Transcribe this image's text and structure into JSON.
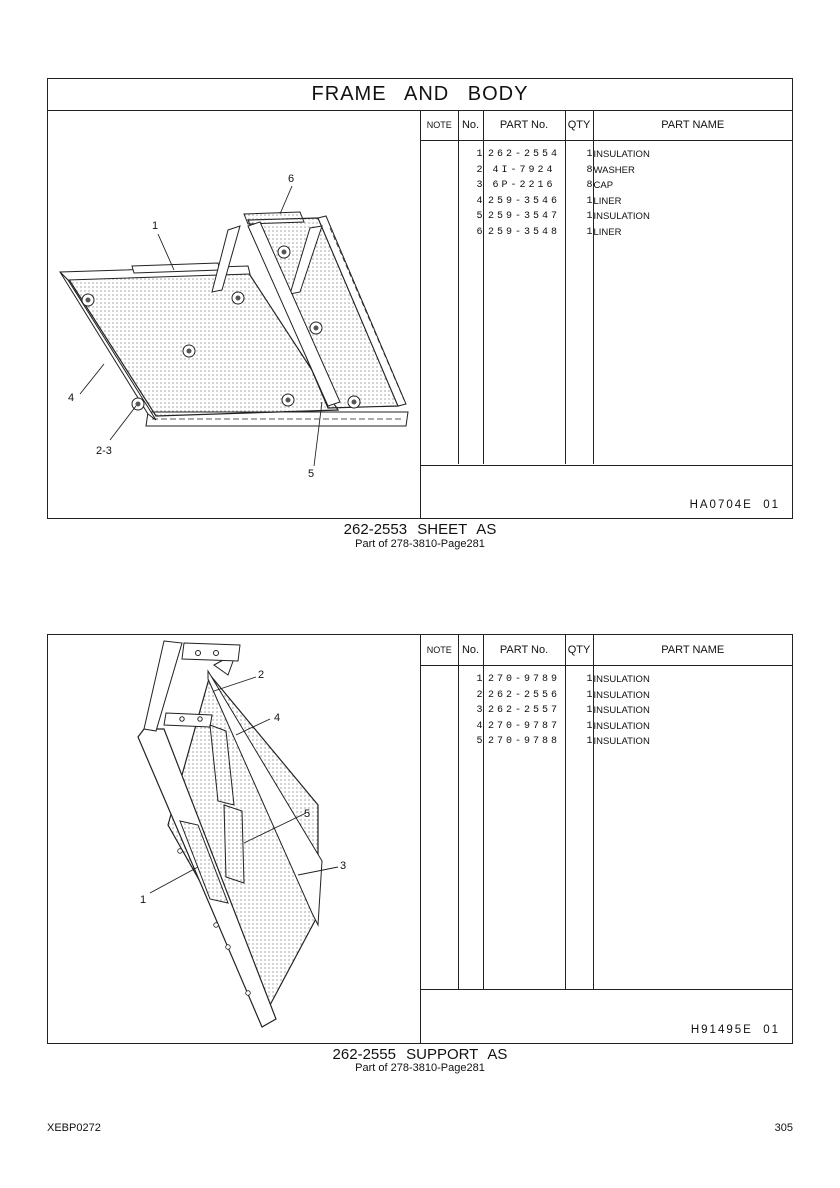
{
  "header": {
    "title": "FRAME AND BODY"
  },
  "columns": {
    "note": "NOTE",
    "no": "No.",
    "part_no": "PART No.",
    "qty": "QTY",
    "part_name": "PART NAME"
  },
  "section1": {
    "rows": [
      {
        "no": "1",
        "part_no": "262-2554",
        "qty": "1",
        "name": "INSULATION"
      },
      {
        "no": "2",
        "part_no": "4I-7924",
        "qty": "8",
        "name": "WASHER"
      },
      {
        "no": "3",
        "part_no": "6P-2216",
        "qty": "8",
        "name": "CAP"
      },
      {
        "no": "4",
        "part_no": "259-3546",
        "qty": "1",
        "name": "LINER"
      },
      {
        "no": "5",
        "part_no": "259-3547",
        "qty": "1",
        "name": "INSULATION"
      },
      {
        "no": "6",
        "part_no": "259-3548",
        "qty": "1",
        "name": "LINER"
      }
    ],
    "ref_code": "HA0704E  01",
    "callouts": [
      "1",
      "2-3",
      "4",
      "5",
      "6"
    ],
    "caption": "262-2553 SHEET AS",
    "subcaption": "Part of 278-3810-Page281"
  },
  "section2": {
    "rows": [
      {
        "no": "1",
        "part_no": "270-9789",
        "qty": "1",
        "name": "INSULATION"
      },
      {
        "no": "2",
        "part_no": "262-2556",
        "qty": "1",
        "name": "INSULATION"
      },
      {
        "no": "3",
        "part_no": "262-2557",
        "qty": "1",
        "name": "INSULATION"
      },
      {
        "no": "4",
        "part_no": "270-9787",
        "qty": "1",
        "name": "INSULATION"
      },
      {
        "no": "5",
        "part_no": "270-9788",
        "qty": "1",
        "name": "INSULATION"
      }
    ],
    "ref_code": "H91495E  01",
    "callouts": [
      "1",
      "2",
      "3",
      "4",
      "5"
    ],
    "caption": "262-2555 SUPPORT AS",
    "subcaption": "Part of 278-3810-Page281"
  },
  "footer": {
    "doc_code": "XEBP0272",
    "page_number": "305"
  }
}
